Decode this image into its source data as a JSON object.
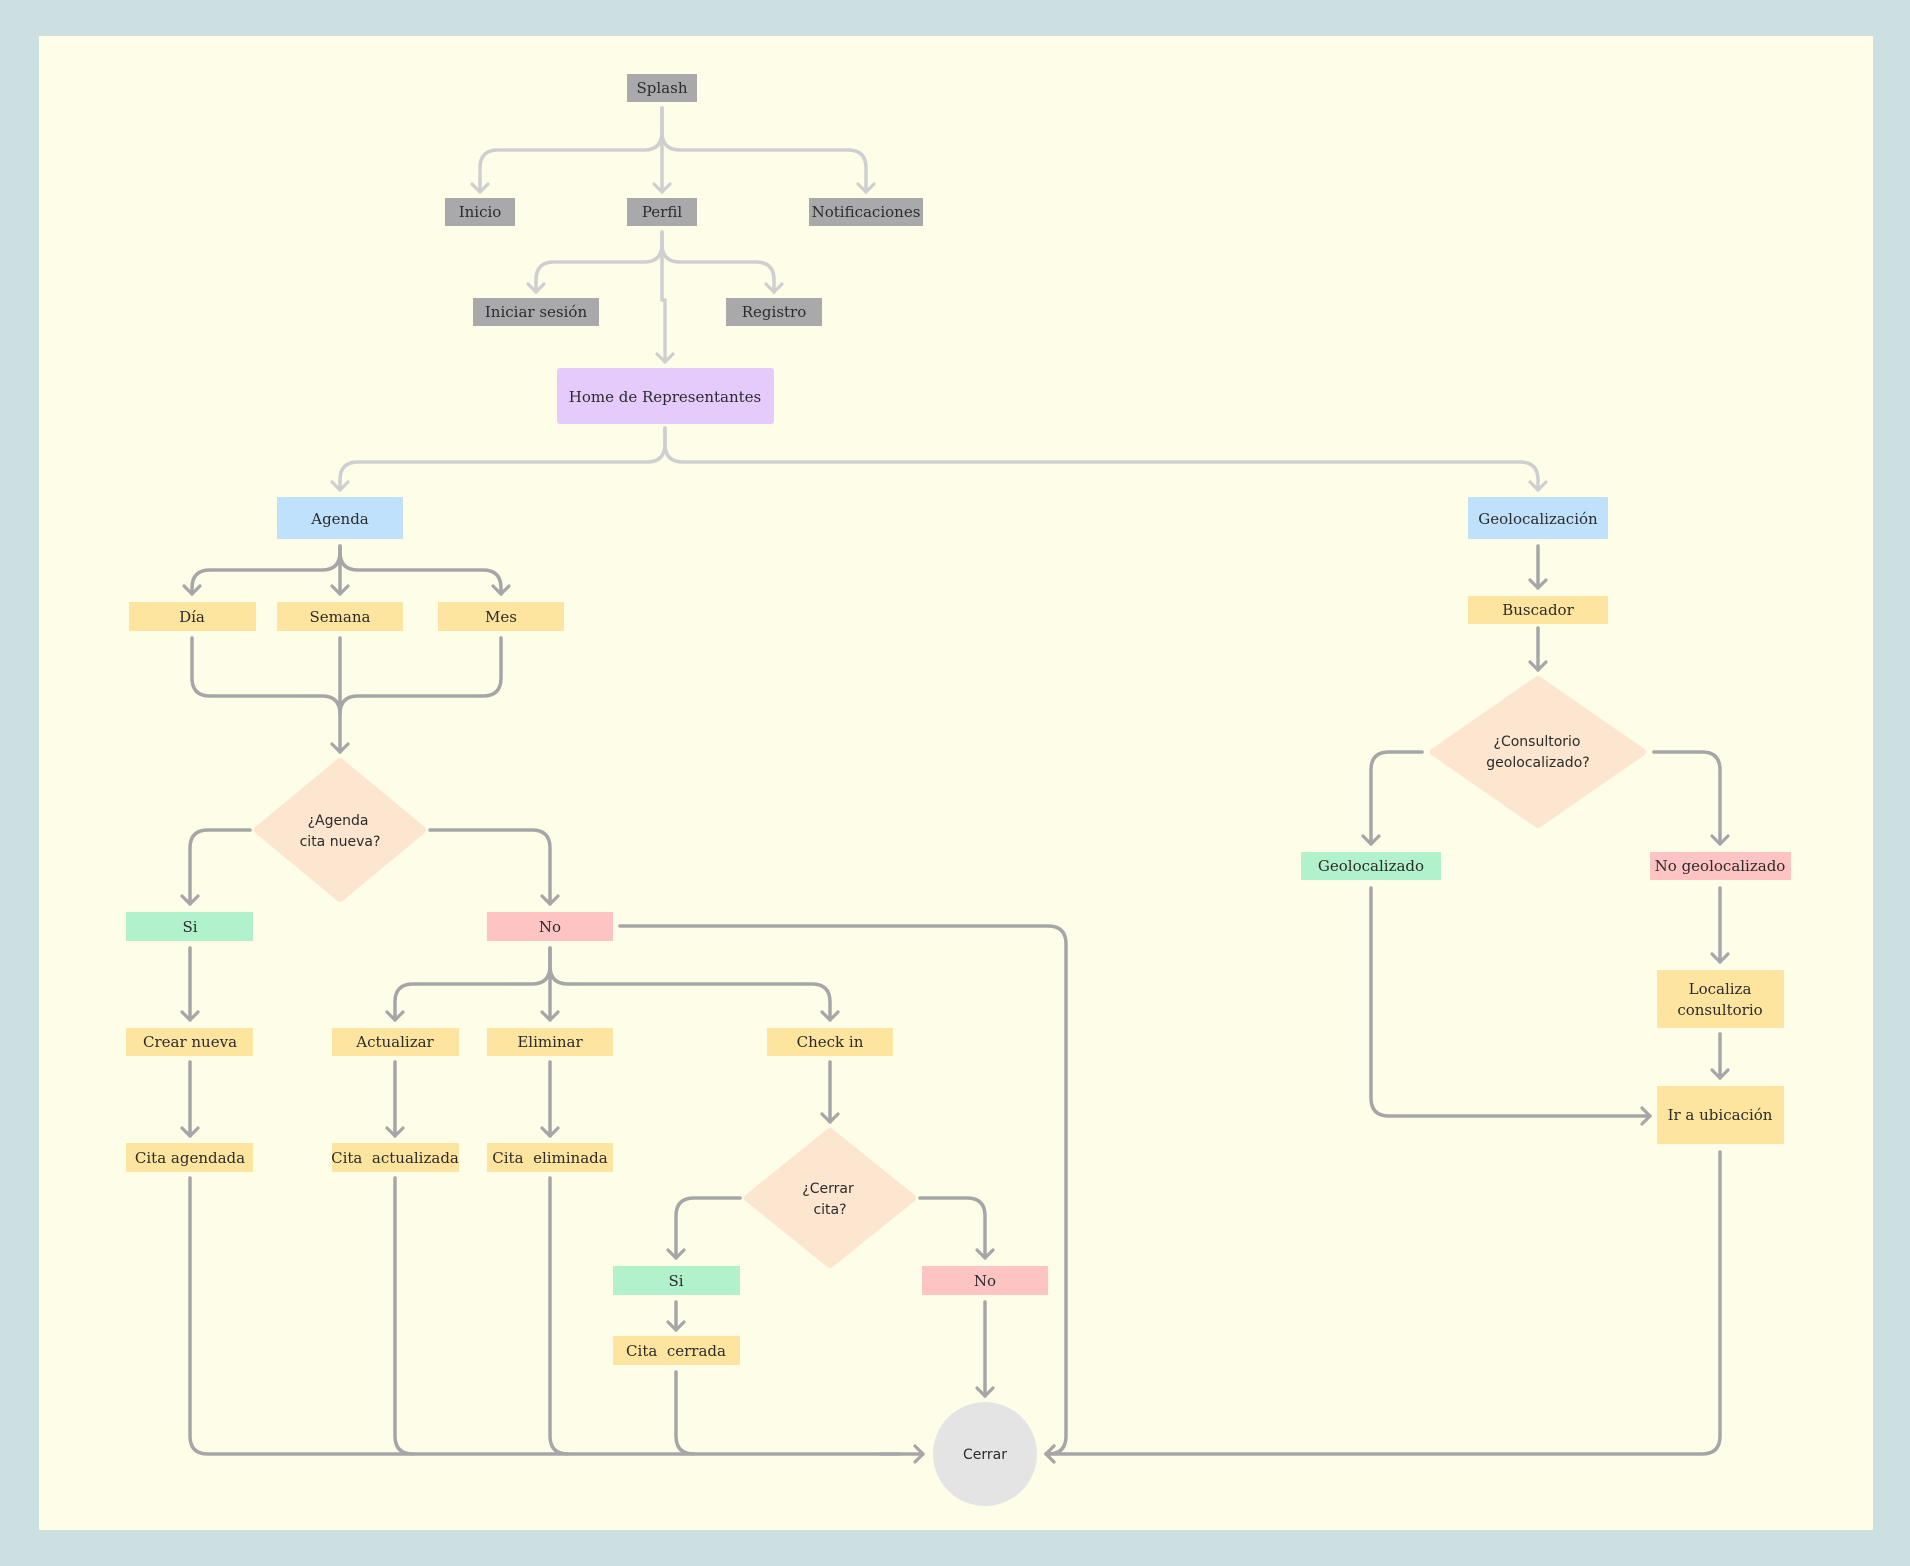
{
  "nodes": {
    "splash": "Splash",
    "inicio": "Inicio",
    "perfil": "Perfil",
    "notificaciones": "Notificaciones",
    "iniciar_sesion": "Iniciar sesión",
    "registro": "Registro",
    "home": "Home de Representantes",
    "agenda": "Agenda",
    "geolocalizacion": "Geolocalización",
    "dia": "Día",
    "semana": "Semana",
    "mes": "Mes",
    "agenda_decision_1": "¿Agenda",
    "agenda_decision_2": "cita nueva?",
    "si": "Si",
    "no": "No",
    "crear_nueva": "Crear nueva",
    "actualizar": "Actualizar",
    "eliminar": "Eliminar",
    "check_in": "Check in",
    "cita_agendada": "Cita agendada",
    "cita_actualizada": "Cita  actualizada",
    "cita_eliminada": "Cita  eliminada",
    "cerrar_decision_1": "¿Cerrar",
    "cerrar_decision_2": "cita?",
    "si_2": "Si",
    "no_2": "No",
    "cita_cerrada": "Cita  cerrada",
    "cerrar": "Cerrar",
    "buscador": "Buscador",
    "consultorio_decision_1": "¿Consultorio",
    "consultorio_decision_2": "geolocalizado?",
    "geolocalizado": "Geolocalizado",
    "no_geolocalizado": "No geolocalizado",
    "localiza_1": "Localiza",
    "localiza_2": "consultorio",
    "ir_ubicacion": "Ir a ubicación"
  },
  "colors": {
    "frame": "#cde0e1",
    "canvas": "#fefee8",
    "nav_gray": "#a9a9ab",
    "home_purple": "#e4cbfb",
    "section_blue": "#bfe1fb",
    "step_yellow": "#fde49f",
    "decision_peach": "#fde6d0",
    "yes_green": "#b1f2cd",
    "no_red": "#fec4c4",
    "end_gray": "#e4e4e5",
    "edge_gray": "#a6a6a9",
    "edge_light": "#cfcfd1"
  }
}
